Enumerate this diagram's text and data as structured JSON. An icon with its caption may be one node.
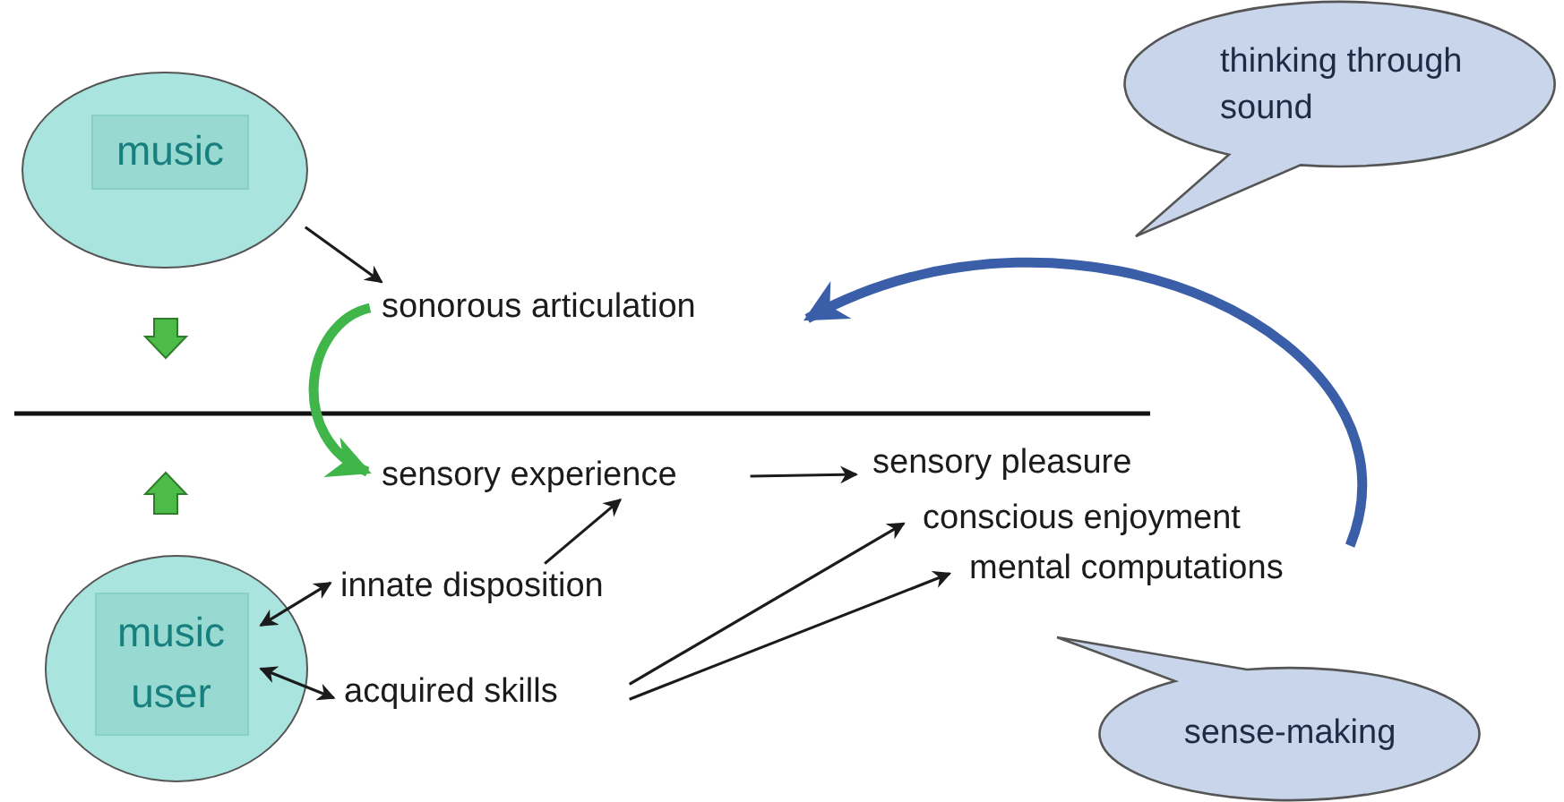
{
  "diagram": {
    "nodes": [
      {
        "text": [
          "music"
        ]
      },
      {
        "text": [
          "music user"
        ]
      },
      {
        "text": [
          "sonorous articulation"
        ]
      },
      {
        "text": [
          "sensory experience"
        ]
      },
      {
        "text": [
          "innate disposition"
        ]
      },
      {
        "text": [
          "acquired skills"
        ]
      },
      {
        "text": [
          "sensory pleasure"
        ]
      },
      {
        "text": [
          "conscious enjoyment"
        ]
      },
      {
        "text": [
          "mental computations"
        ]
      },
      {
        "text": [
          "thinking through sound"
        ]
      },
      {
        "text": [
          "sense-making"
        ]
      }
    ],
    "edges": [
      {
        "from": 0,
        "to": 2,
        "arrow": "to"
      },
      {
        "from": 2,
        "to": 3,
        "arrow": "to",
        "style": "thick",
        "color": "#3fb54a"
      },
      {
        "from": 1,
        "to": 4,
        "arrow": "both"
      },
      {
        "from": 1,
        "to": 5,
        "arrow": "both"
      },
      {
        "from": 4,
        "to": 3,
        "arrow": "to"
      },
      {
        "from": 3,
        "to": 6,
        "arrow": "to"
      },
      {
        "from": 5,
        "to": 7,
        "arrow": "to"
      },
      {
        "from": 5,
        "to": 8,
        "arrow": "to"
      },
      {
        "from": 8,
        "to": 2,
        "arrow": "to",
        "style": "thick",
        "color": "#3b5ea8"
      }
    ]
  }
}
